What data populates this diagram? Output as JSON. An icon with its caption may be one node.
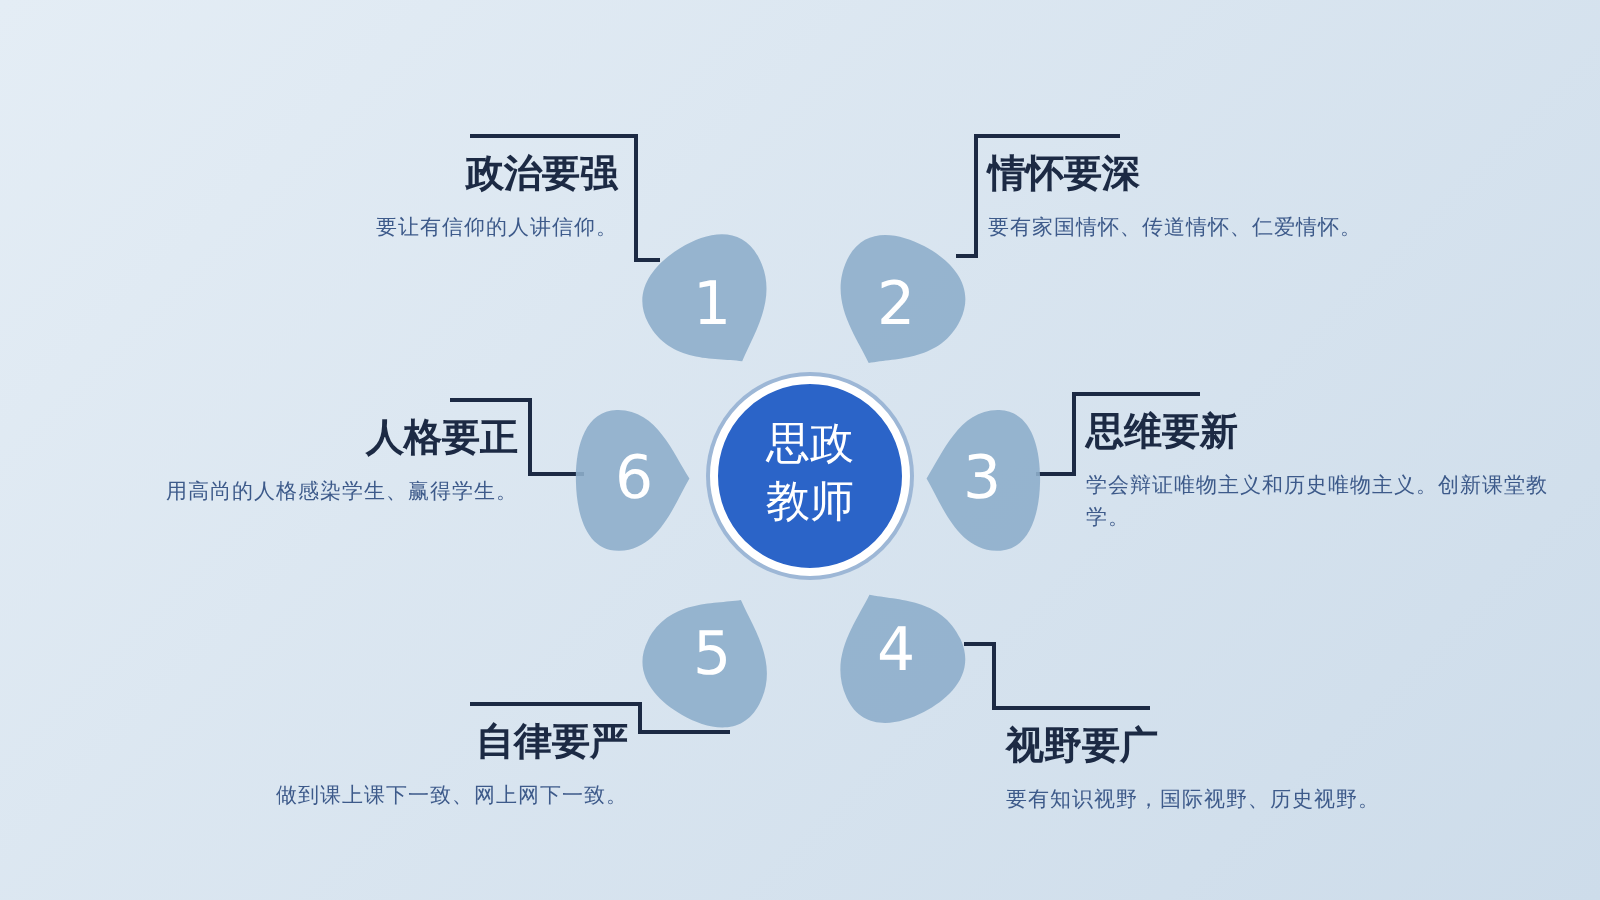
{
  "diagram": {
    "nodes": [
      {
        "text": [
          "思政教师"
        ]
      },
      {
        "text": [
          "1"
        ]
      },
      {
        "text": [
          "2"
        ]
      },
      {
        "text": [
          "3"
        ]
      },
      {
        "text": [
          "4"
        ]
      },
      {
        "text": [
          "5"
        ]
      },
      {
        "text": [
          "6"
        ]
      },
      {
        "text": [
          "政治要强",
          "要让有信仰的人讲信仰。"
        ]
      },
      {
        "text": [
          "情怀要深",
          "要有家国情怀、传道情怀、仁爱情怀。"
        ]
      },
      {
        "text": [
          "思维要新",
          "学会辩证唯物主义和历史唯物主义。创新课堂教学。"
        ]
      },
      {
        "text": [
          "视野要广",
          "要有知识视野，国际视野、历史视野。"
        ]
      },
      {
        "text": [
          "自律要严",
          "做到课上课下一致、网上网下一致。"
        ]
      },
      {
        "text": [
          "人格要正",
          "用高尚的人格感染学生、赢得学生。"
        ]
      }
    ],
    "edges": [
      {
        "from": 7,
        "to": 1,
        "arrow": "none"
      },
      {
        "from": 8,
        "to": 2,
        "arrow": "none"
      },
      {
        "from": 9,
        "to": 3,
        "arrow": "none"
      },
      {
        "from": 10,
        "to": 4,
        "arrow": "none"
      },
      {
        "from": 11,
        "to": 5,
        "arrow": "none"
      },
      {
        "from": 12,
        "to": 6,
        "arrow": "none"
      }
    ]
  }
}
